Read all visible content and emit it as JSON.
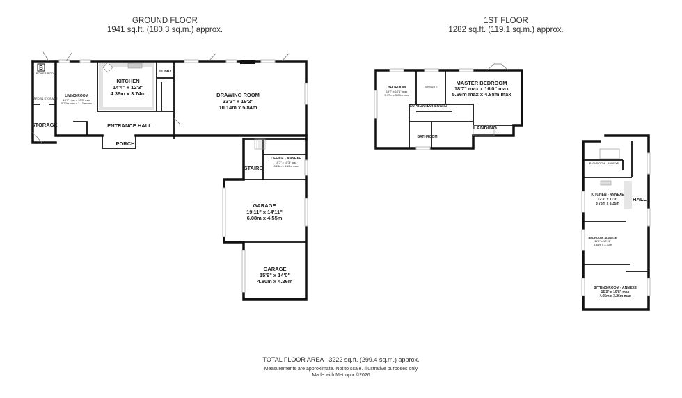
{
  "ground_floor": {
    "title": "GROUND FLOOR",
    "area": "1941 sq.ft. (180.3 sq.m.) approx.",
    "rooms": {
      "boiler_room": "BOILER ROOM",
      "boiler_symbol": "B",
      "garden_storage": "GARDEN STORAGE",
      "storage": "STORAGE",
      "living_room": {
        "name": "LIVING ROOM",
        "imperial": "18'9\" max x 10'3\" max",
        "metric": "5.72m max x 3.12m max"
      },
      "kitchen": {
        "name": "KITCHEN",
        "imperial": "14'4\" x 12'3\"",
        "metric": "4.36m x 3.74m"
      },
      "lobby": "LOBBY",
      "entrance_hall": "ENTRANCE HALL",
      "porch": "PORCH",
      "drawing_room": {
        "name": "DRAWING ROOM",
        "imperial": "33'3\" x 19'2\"",
        "metric": "10.14m x 5.84m"
      },
      "office_annexe": {
        "name": "OFFICE - ANNEXE",
        "imperial": "10'7\" x 10'3\" max",
        "metric": "3.23m x 3.12m max"
      },
      "stairs": "STAIRS",
      "garage_1": {
        "name": "GARAGE",
        "imperial": "19'11\" x 14'11\"",
        "metric": "6.08m x 4.55m"
      },
      "garage_2": {
        "name": "GARAGE",
        "imperial": "15'9\" x 14'0\"",
        "metric": "4.80m x 4.26m"
      }
    }
  },
  "first_floor": {
    "title": "1ST FLOOR",
    "area": "1282 sq.ft. (119.1 sq.m.) approx.",
    "rooms": {
      "bedroom": {
        "name": "BEDROOM",
        "imperial": "19'7\" x 10'1\" max",
        "metric": "5.97m x 3.08m max"
      },
      "ensuite": "ENSUITE",
      "master_bedroom": {
        "name": "MASTER BEDROOM",
        "imperial": "18'7\" max x 16'0\" max",
        "metric": "5.66m max x 4.88m max"
      },
      "cupboard_1": "CUPBOARD",
      "cupboard_2": "CUPBOARD",
      "bathroom": "BATHROOM",
      "landing": "LANDING"
    },
    "annexe": {
      "bathroom": "BATHROOM - ANNEXE",
      "kitchen": {
        "name": "KITCHEN - ANNEXE",
        "imperial": "12'3\" x 11'0\"",
        "metric": "3.73m x 3.35m"
      },
      "hall": "HALL",
      "bedroom": {
        "name": "BEDROOM - ANNEXE",
        "imperial": "11'5\" x 10'11\"",
        "metric": "3.48m x 3.33m"
      },
      "sitting_room": {
        "name": "SITTING ROOM - ANNEXE",
        "imperial": "15'3\" x 10'8\" max",
        "metric": "4.65m x 3.26m max"
      }
    }
  },
  "footer": {
    "total": "TOTAL FLOOR AREA : 3222 sq.ft. (299.4 sq.m.) approx.",
    "disclaimer": "Measurements are approximate.  Not to scale.  Illustrative purposes only",
    "credit": "Made with Metropix ©2026"
  },
  "colors": {
    "walls": "#111111",
    "counter": "#dddddd",
    "text": "#222222"
  }
}
